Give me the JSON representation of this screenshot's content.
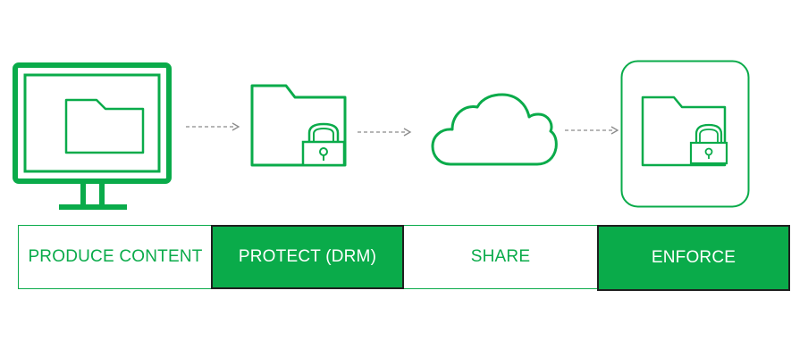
{
  "colors": {
    "accent": "#0aab4a",
    "dark_border": "#1f1f1f",
    "arrow": "#8a8a8a"
  },
  "icons": {
    "monitor": "monitor-icon",
    "folder": "folder-icon",
    "locked_folder": "locked-folder-icon",
    "cloud": "cloud-icon",
    "arrow": "dashed-arrow-icon"
  },
  "steps": [
    {
      "label": "PRODUCE CONTENT",
      "style": "outlined"
    },
    {
      "label": "PROTECT (DRM)",
      "style": "filled"
    },
    {
      "label": "SHARE",
      "style": "outlined"
    },
    {
      "label": "ENFORCE",
      "style": "filled"
    }
  ]
}
